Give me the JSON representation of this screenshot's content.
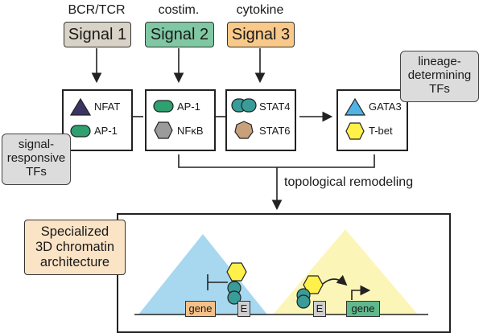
{
  "signals": [
    {
      "top_label": "BCR/TCR",
      "name": "Signal 1",
      "color": "#d9d3c7"
    },
    {
      "top_label": "costim.",
      "name": "Signal 2",
      "color": "#7fc8a3"
    },
    {
      "top_label": "cytokine",
      "name": "Signal 3",
      "color": "#f9c98a"
    }
  ],
  "panels": {
    "signal1": [
      {
        "label": "NFAT",
        "icon": "triangle-icon",
        "color": "#3a3563"
      },
      {
        "label": "AP-1",
        "icon": "pill-icon",
        "color": "#2fa06f"
      }
    ],
    "signal2": [
      {
        "label": "AP-1",
        "icon": "pill-icon",
        "color": "#2fa06f"
      },
      {
        "label": "NFκB",
        "icon": "hexagon-icon",
        "color": "#9b9b9b"
      }
    ],
    "signal3": [
      {
        "label": "STAT4",
        "icon": "dimer-icon",
        "color": "#3a9c98"
      },
      {
        "label": "STAT6",
        "icon": "heptagon-icon",
        "color": "#c8a07c"
      }
    ],
    "lineage": [
      {
        "label": "GATA3",
        "icon": "triangle-icon",
        "color": "#4fb3e6"
      },
      {
        "label": "T-bet",
        "icon": "hexagon-icon",
        "color": "#fff04a"
      }
    ]
  },
  "notes": {
    "signal_responsive": "signal-responsive TFs",
    "signal_responsive_lines": [
      "signal-",
      "responsive",
      "TFs"
    ],
    "lineage_determining": "lineage-determining TFs",
    "lineage_determining_lines": [
      "lineage-",
      "determining",
      "TFs"
    ]
  },
  "remodeling_label": "topological remodeling",
  "callout": {
    "text": "Specialized 3D chromatin architecture",
    "lines": [
      "Specialized",
      "3D chromatin",
      "architecture"
    ]
  },
  "bottom": {
    "gene_left": "gene",
    "enhancer_left": "E",
    "enhancer_right": "E",
    "gene_right": "gene",
    "domain_left_color": "#a8d8f0",
    "domain_right_color": "#fbf6b8"
  },
  "colors": {
    "gray_note": "#dcdcdc",
    "callout_fill": "#fbe3c6",
    "gene_left_fill": "#f6c089",
    "gene_right_fill": "#5fb98c",
    "enhancer_fill": "#cfcfcf"
  }
}
